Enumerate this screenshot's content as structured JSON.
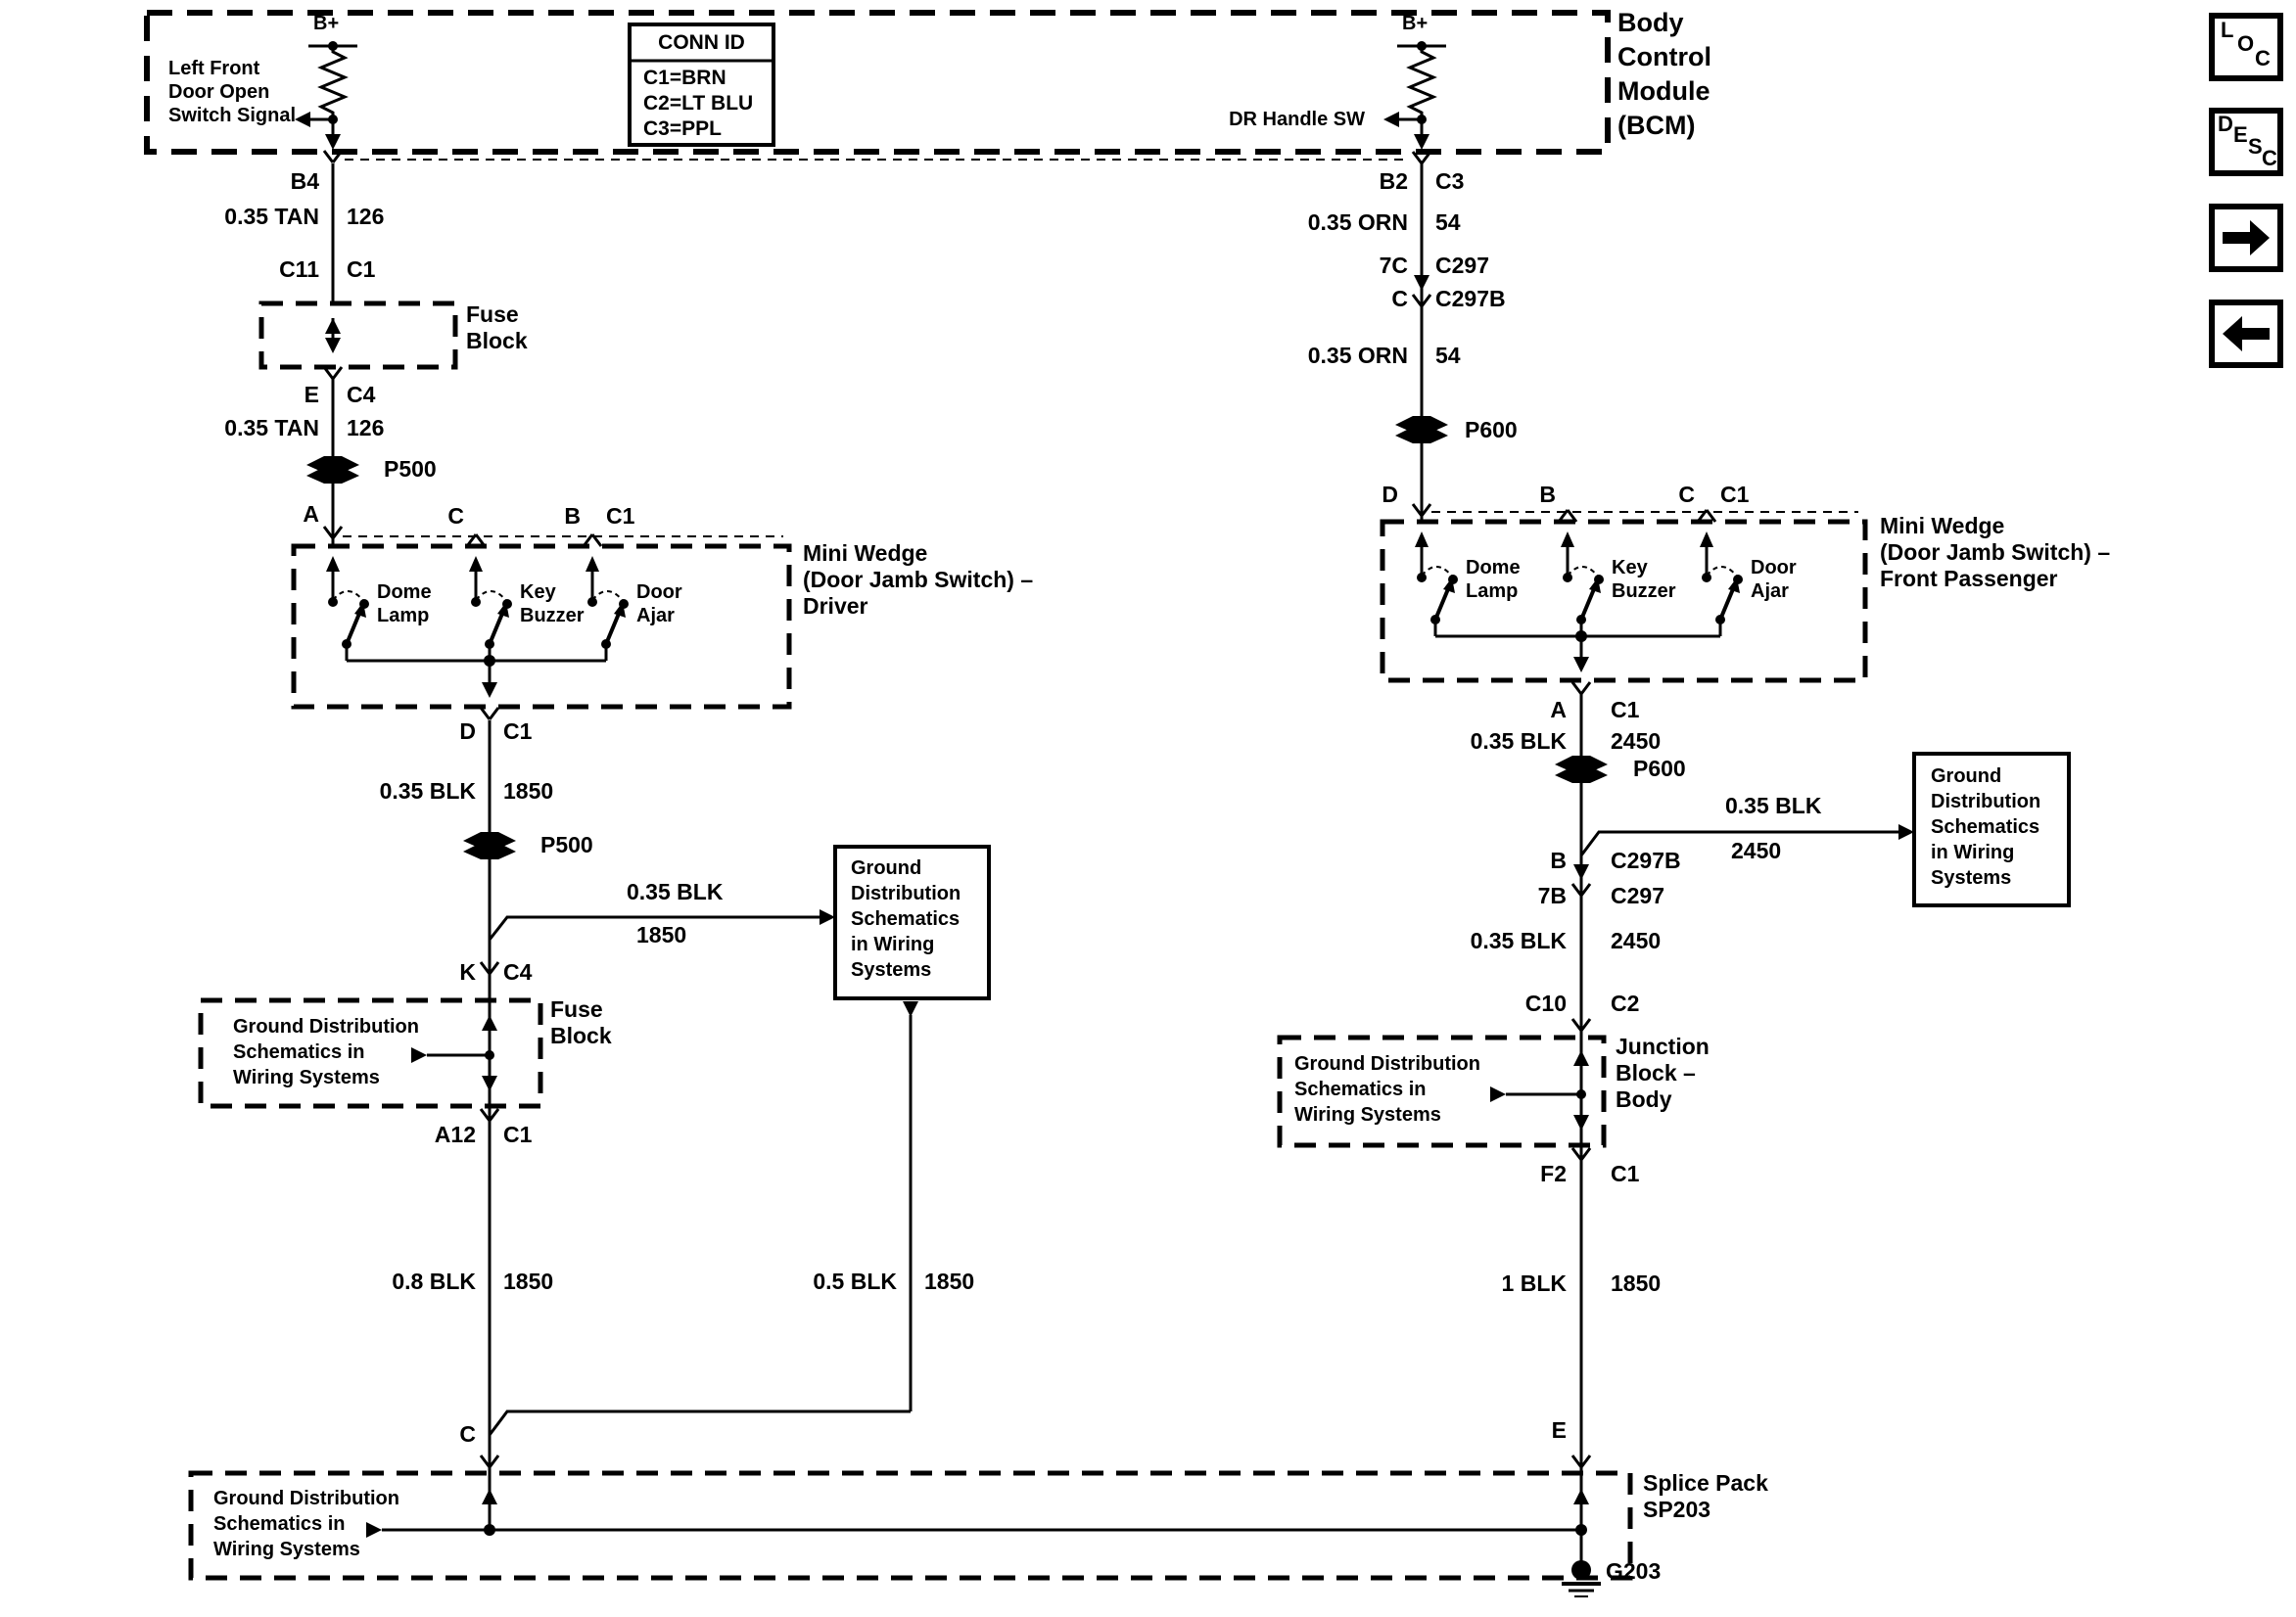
{
  "bcm": {
    "label": "Body\nControl\nModule\n(BCM)",
    "left_signal": "Left Front\nDoor Open\nSwitch Signal",
    "left_bplus": "B+",
    "right_signal": "DR Handle SW",
    "right_bplus": "B+",
    "left_pin": "B4",
    "right_pin": "B2",
    "right_conn": "C3"
  },
  "conn_id": {
    "header": "CONN ID",
    "rows": [
      "C1=BRN",
      "C2=LT BLU",
      "C3=PPL"
    ]
  },
  "driver_circuit": {
    "wire1": {
      "spec": "0.35 TAN",
      "circuit": "126"
    },
    "fuse_in": {
      "pin": "C11",
      "conn": "C1"
    },
    "fuse_label": "Fuse\nBlock",
    "fuse_out": {
      "pin": "E",
      "conn": "C4"
    },
    "wire2": {
      "spec": "0.35 TAN",
      "circuit": "126"
    },
    "grommet1": "P500",
    "switch_box": {
      "pin_a": "A",
      "pin_c": "C",
      "pin_b": "B",
      "conn": "C1",
      "sw_dome": "Dome\nLamp",
      "sw_key": "Key\nBuzzer",
      "sw_door": "Door\nAjar",
      "label": "Mini Wedge\n(Door Jamb Switch) –\nDriver",
      "out_pin": "D",
      "out_conn": "C1"
    },
    "wire3": {
      "spec": "0.35 BLK",
      "circuit": "1850"
    },
    "grommet2": "P500",
    "branch": {
      "spec": "0.35 BLK",
      "circuit": "1850"
    },
    "fuse2_in": {
      "pin": "K",
      "conn": "C4"
    },
    "fuse2_note": "Ground Distribution\nSchematics in\nWiring Systems",
    "fuse2_label": "Fuse\nBlock",
    "fuse2_out": {
      "pin": "A12",
      "conn": "C1"
    },
    "wire4": {
      "spec": "0.8 BLK",
      "circuit": "1850"
    },
    "mid_wire": {
      "spec": "0.5 BLK",
      "circuit": "1850"
    },
    "splice_pin": "C"
  },
  "mid_ground_box": "Ground\nDistribution\nSchematics\nin Wiring\nSystems",
  "passenger_circuit": {
    "wire1": {
      "spec": "0.35 ORN",
      "circuit": "54"
    },
    "conn_a": {
      "pin": "7C",
      "conn": "C297"
    },
    "conn_b": {
      "pin": "C",
      "conn": "C297B"
    },
    "wire2": {
      "spec": "0.35 ORN",
      "circuit": "54"
    },
    "grommet1": "P600",
    "switch_box": {
      "pin_d": "D",
      "pin_b": "B",
      "pin_c": "C",
      "conn": "C1",
      "sw_dome": "Dome\nLamp",
      "sw_key": "Key\nBuzzer",
      "sw_door": "Door\nAjar",
      "label": "Mini Wedge\n(Door Jamb Switch) –\nFront Passenger",
      "out_pin": "A",
      "out_conn": "C1"
    },
    "wire3": {
      "spec": "0.35 BLK",
      "circuit": "2450"
    },
    "grommet2": "P600",
    "branch": {
      "spec": "0.35 BLK",
      "circuit": "2450"
    },
    "conn_c": {
      "pin": "B",
      "conn": "C297B"
    },
    "conn_d": {
      "pin": "7B",
      "conn": "C297"
    },
    "wire4": {
      "spec": "0.35 BLK",
      "circuit": "2450"
    },
    "junction_in": {
      "pin": "C10",
      "conn": "C2"
    },
    "junction_note": "Ground Distribution\nSchematics in\nWiring Systems",
    "junction_label": "Junction\nBlock –\nBody",
    "junction_out": {
      "pin": "F2",
      "conn": "C1"
    },
    "wire5": {
      "spec": "1 BLK",
      "circuit": "1850"
    },
    "splice_pin": "E"
  },
  "right_ground_box": "Ground\nDistribution\nSchematics\nin Wiring\nSystems",
  "splice": {
    "note": "Ground Distribution\nSchematics in\nWiring Systems",
    "label": "Splice Pack\nSP203",
    "ground": "G203"
  },
  "toolbar": {
    "loc": [
      "L",
      "O",
      "C"
    ],
    "desc": [
      "D",
      "E",
      "S",
      "C"
    ],
    "next_icon": "arrow-right",
    "prev_icon": "arrow-left"
  }
}
